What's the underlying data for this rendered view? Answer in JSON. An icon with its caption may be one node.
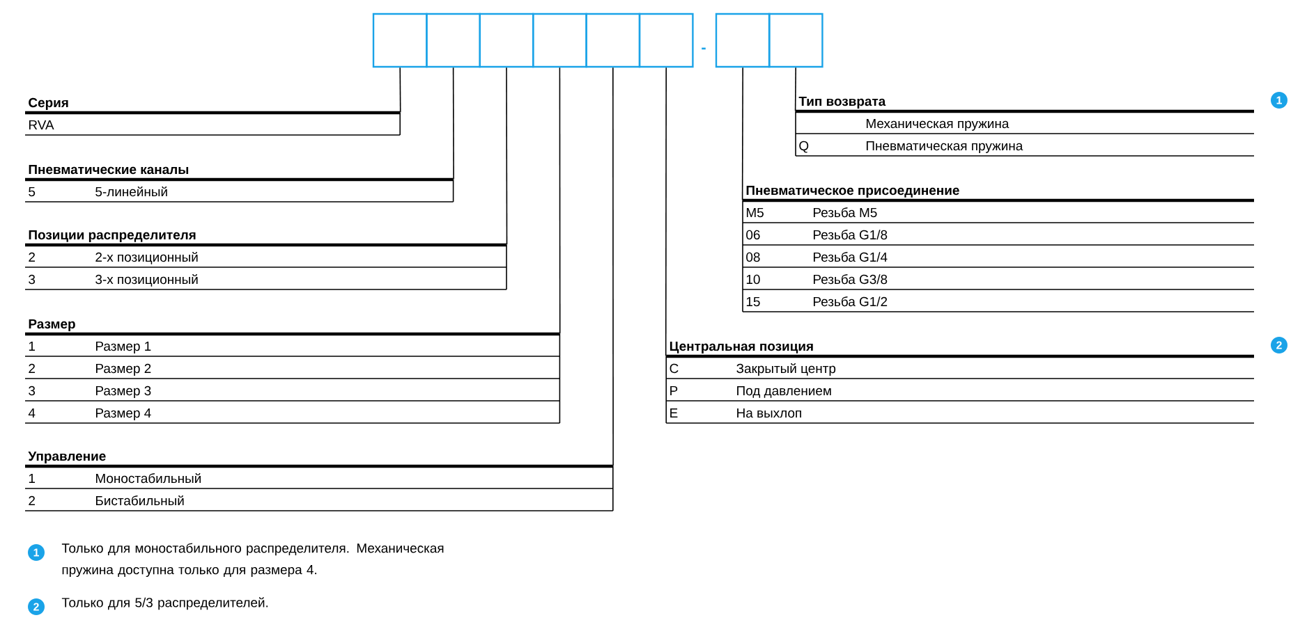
{
  "diagram": {
    "nodes": [
      {
        "text": [],
        "shape": "box"
      },
      {
        "text": [],
        "shape": "box"
      },
      {
        "text": [],
        "shape": "box"
      },
      {
        "text": [],
        "shape": "box"
      },
      {
        "text": [],
        "shape": "box"
      },
      {
        "text": [],
        "shape": "box"
      },
      {
        "text": [],
        "shape": "box"
      },
      {
        "text": [],
        "shape": "box"
      },
      {
        "text": [
          "Серия",
          "RVA"
        ]
      },
      {
        "text": [
          "Пневматические каналы",
          "5",
          "5-линейный"
        ]
      },
      {
        "text": [
          "Позиции распределителя",
          "2",
          "2-х позиционный",
          "3",
          "3-х позиционный"
        ]
      },
      {
        "text": [
          "Размер",
          "1",
          "Размер 1",
          "2",
          "Размер 2",
          "3",
          "Размер 3",
          "4",
          "Размер 4"
        ]
      },
      {
        "text": [
          "Управление",
          "1",
          "Моностабильный",
          "2",
          "Бистабильный"
        ]
      },
      {
        "text": [
          "Тип возврата",
          "Механическая пружина",
          "Q",
          "Пневматическая пружина"
        ],
        "beside": [
          "1"
        ]
      },
      {
        "text": [
          "Пневматическое присоединение",
          "M5",
          "Резьба M5",
          "06",
          "Резьба G1/8",
          "08",
          "Резьба G1/4",
          "10",
          "Резьба G3/8",
          "15",
          "Резьба G1/2"
        ]
      },
      {
        "text": [
          "Центральная позиция",
          "C",
          "Закрытый центр",
          "P",
          "Под давлением",
          "E",
          "На выхлоп"
        ],
        "beside": [
          "2"
        ]
      }
    ],
    "edges": [
      {
        "from": 0,
        "to": 8,
        "arrow": "none"
      },
      {
        "from": 1,
        "to": 9,
        "arrow": "none"
      },
      {
        "from": 2,
        "to": 10,
        "arrow": "none"
      },
      {
        "from": 3,
        "to": 11,
        "arrow": "none"
      },
      {
        "from": 4,
        "to": 12,
        "arrow": "none"
      },
      {
        "from": 5,
        "to": 15,
        "arrow": "none"
      },
      {
        "from": 6,
        "to": 14,
        "arrow": "none"
      },
      {
        "from": 7,
        "to": 13,
        "arrow": "none"
      }
    ],
    "labels": [
      "-",
      "1",
      "Только для моностабильного распределителя. Механическая пружина доступна только для размера 4.",
      "2",
      "Только для 5/3 распределителей."
    ]
  }
}
